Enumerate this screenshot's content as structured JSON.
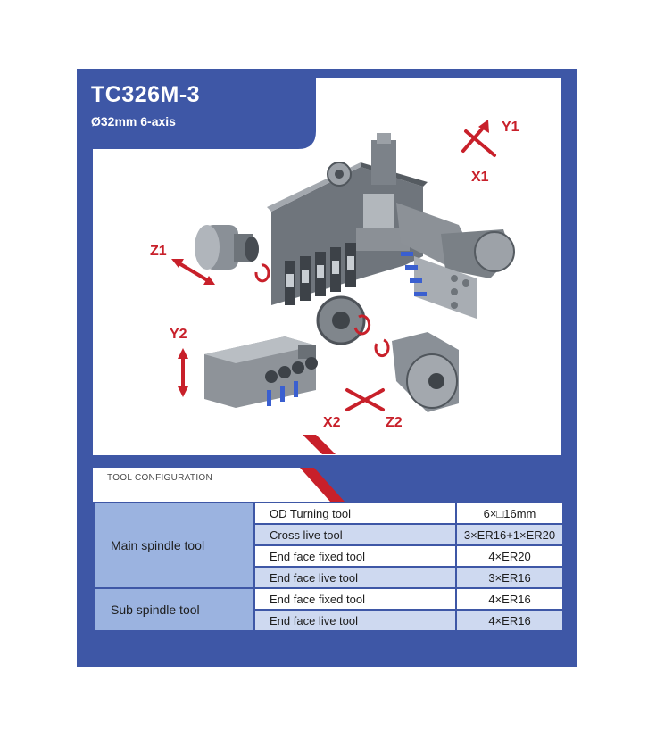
{
  "header": {
    "model": "TC326M-3",
    "spec": "Ø32mm 6-axis"
  },
  "axes": {
    "y1": "Y1",
    "x1": "X1",
    "z1": "Z1",
    "y2": "Y2",
    "x2": "X2",
    "z2": "Z2"
  },
  "section": {
    "label": "TOOL CONFIGURATION"
  },
  "tool_table": {
    "groups": [
      {
        "name": "Main spindle tool",
        "rows": [
          {
            "tool": "OD Turning tool",
            "value": "6×□16mm"
          },
          {
            "tool": "Cross live tool",
            "value": "3×ER16+1×ER20"
          },
          {
            "tool": "End face fixed tool",
            "value": "4×ER20"
          },
          {
            "tool": "End face live tool",
            "value": "3×ER16"
          }
        ]
      },
      {
        "name": "Sub spindle tool",
        "rows": [
          {
            "tool": "End face fixed tool",
            "value": "4×ER16"
          },
          {
            "tool": "End face live tool",
            "value": "4×ER16"
          }
        ]
      }
    ]
  },
  "colors": {
    "panel": "#3e57a6",
    "group_cell": "#9bb3e0",
    "row_light": "#ced9f0",
    "accent_red": "#c8202a",
    "metal": "#8a8f96"
  }
}
